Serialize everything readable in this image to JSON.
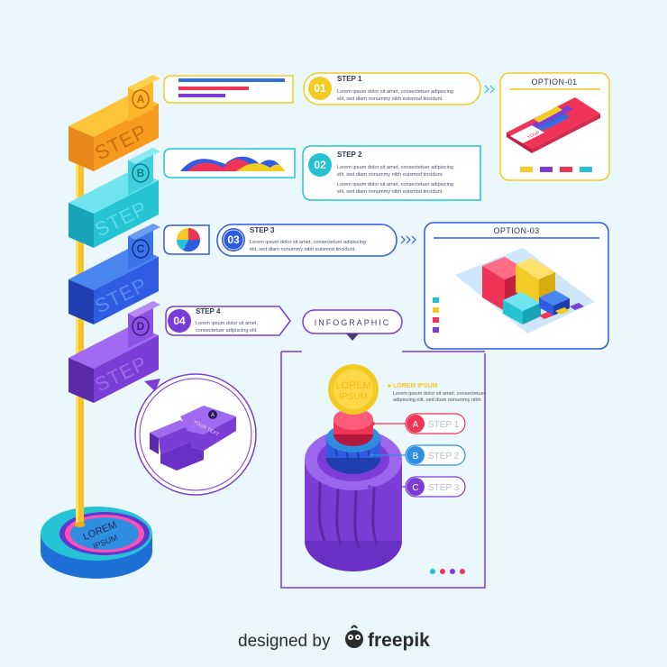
{
  "block_word": "STEP",
  "blocks": [
    {
      "letter": "A",
      "front": "#f79a1e",
      "top": "#ffc53a"
    },
    {
      "letter": "B",
      "front": "#25c3d4",
      "top": "#6fe4ee"
    },
    {
      "letter": "C",
      "front": "#2f5ce0",
      "top": "#4a86f2"
    },
    {
      "letter": "D",
      "front": "#7b3dd6",
      "top": "#a06bf0"
    }
  ],
  "steps": [
    {
      "num": "01",
      "title": "STEP 1",
      "lines": [
        "Lorem ipsum dolor sit amet, consectetuer adipiscing",
        "elit, sed diam nonummy nibh euismod tincidunt."
      ],
      "color": "#f2cb24"
    },
    {
      "num": "02",
      "title": "STEP 2",
      "lines": [
        "Lorem ipsum dolor sit amet, consectetuer adipiscing",
        "elit, sed diam nonummy nibh euismod tincidunt."
      ],
      "lines2": [
        "Lorem ipsum dolor sit amet, consectetuer adipiscing",
        "elit, sed diam nonummy nibh euismod tincidunt."
      ],
      "color": "#24c1d2"
    },
    {
      "num": "03",
      "title": "STEP 3",
      "lines": [
        "Lorem ipsum dolor sit amet, consectetuer adipiscing",
        "elit, sed diam nonummy nibh euismod tincidunt."
      ],
      "color": "#2f5bdf"
    },
    {
      "num": "04",
      "title": "STEP 4",
      "lines": [
        "Lorem ipsum dolor sit amet,",
        "consectetuer adipiscing elit."
      ],
      "color": "#7a3cd4"
    }
  ],
  "option1": {
    "title": "OPTION-01",
    "card_text": "YOUR TEXT",
    "swatches": [
      "#f2cb24",
      "#7b3dd6",
      "#ef3457",
      "#25c3d4"
    ]
  },
  "option3": {
    "title": "OPTION-03",
    "swatches": [
      "#25c3d4",
      "#f2cb24",
      "#ef3457",
      "#7b3dd6"
    ]
  },
  "infographic": {
    "label": "INFOGRAPHIC",
    "circle_text": "LOREM\nIPSUM",
    "circle_l1": "LOREM",
    "circle_l2": "IPSUM",
    "side_title": "LOREM IPSUM",
    "side_lines": [
      "Lorem ipsum dolor sit amet, consectetuer",
      "adipiscing elit, sed diam nonummy nibh"
    ],
    "tags": [
      {
        "letter": "A",
        "label": "STEP 1",
        "color": "#ef3457"
      },
      {
        "letter": "B",
        "label": "STEP 2",
        "color": "#2f8ee0"
      },
      {
        "letter": "C",
        "label": "STEP 3",
        "color": "#7b3dd6"
      }
    ],
    "dots": [
      "#25c3d4",
      "#ef3457",
      "#7b3dd6",
      "#ef3457"
    ]
  },
  "arrow": {
    "text": "YOUR TEXT",
    "letter": "A"
  },
  "base": {
    "l1": "LOREM",
    "l2": "IPSUM"
  },
  "credit": {
    "prefix": "designed by",
    "brand": "freepik"
  }
}
